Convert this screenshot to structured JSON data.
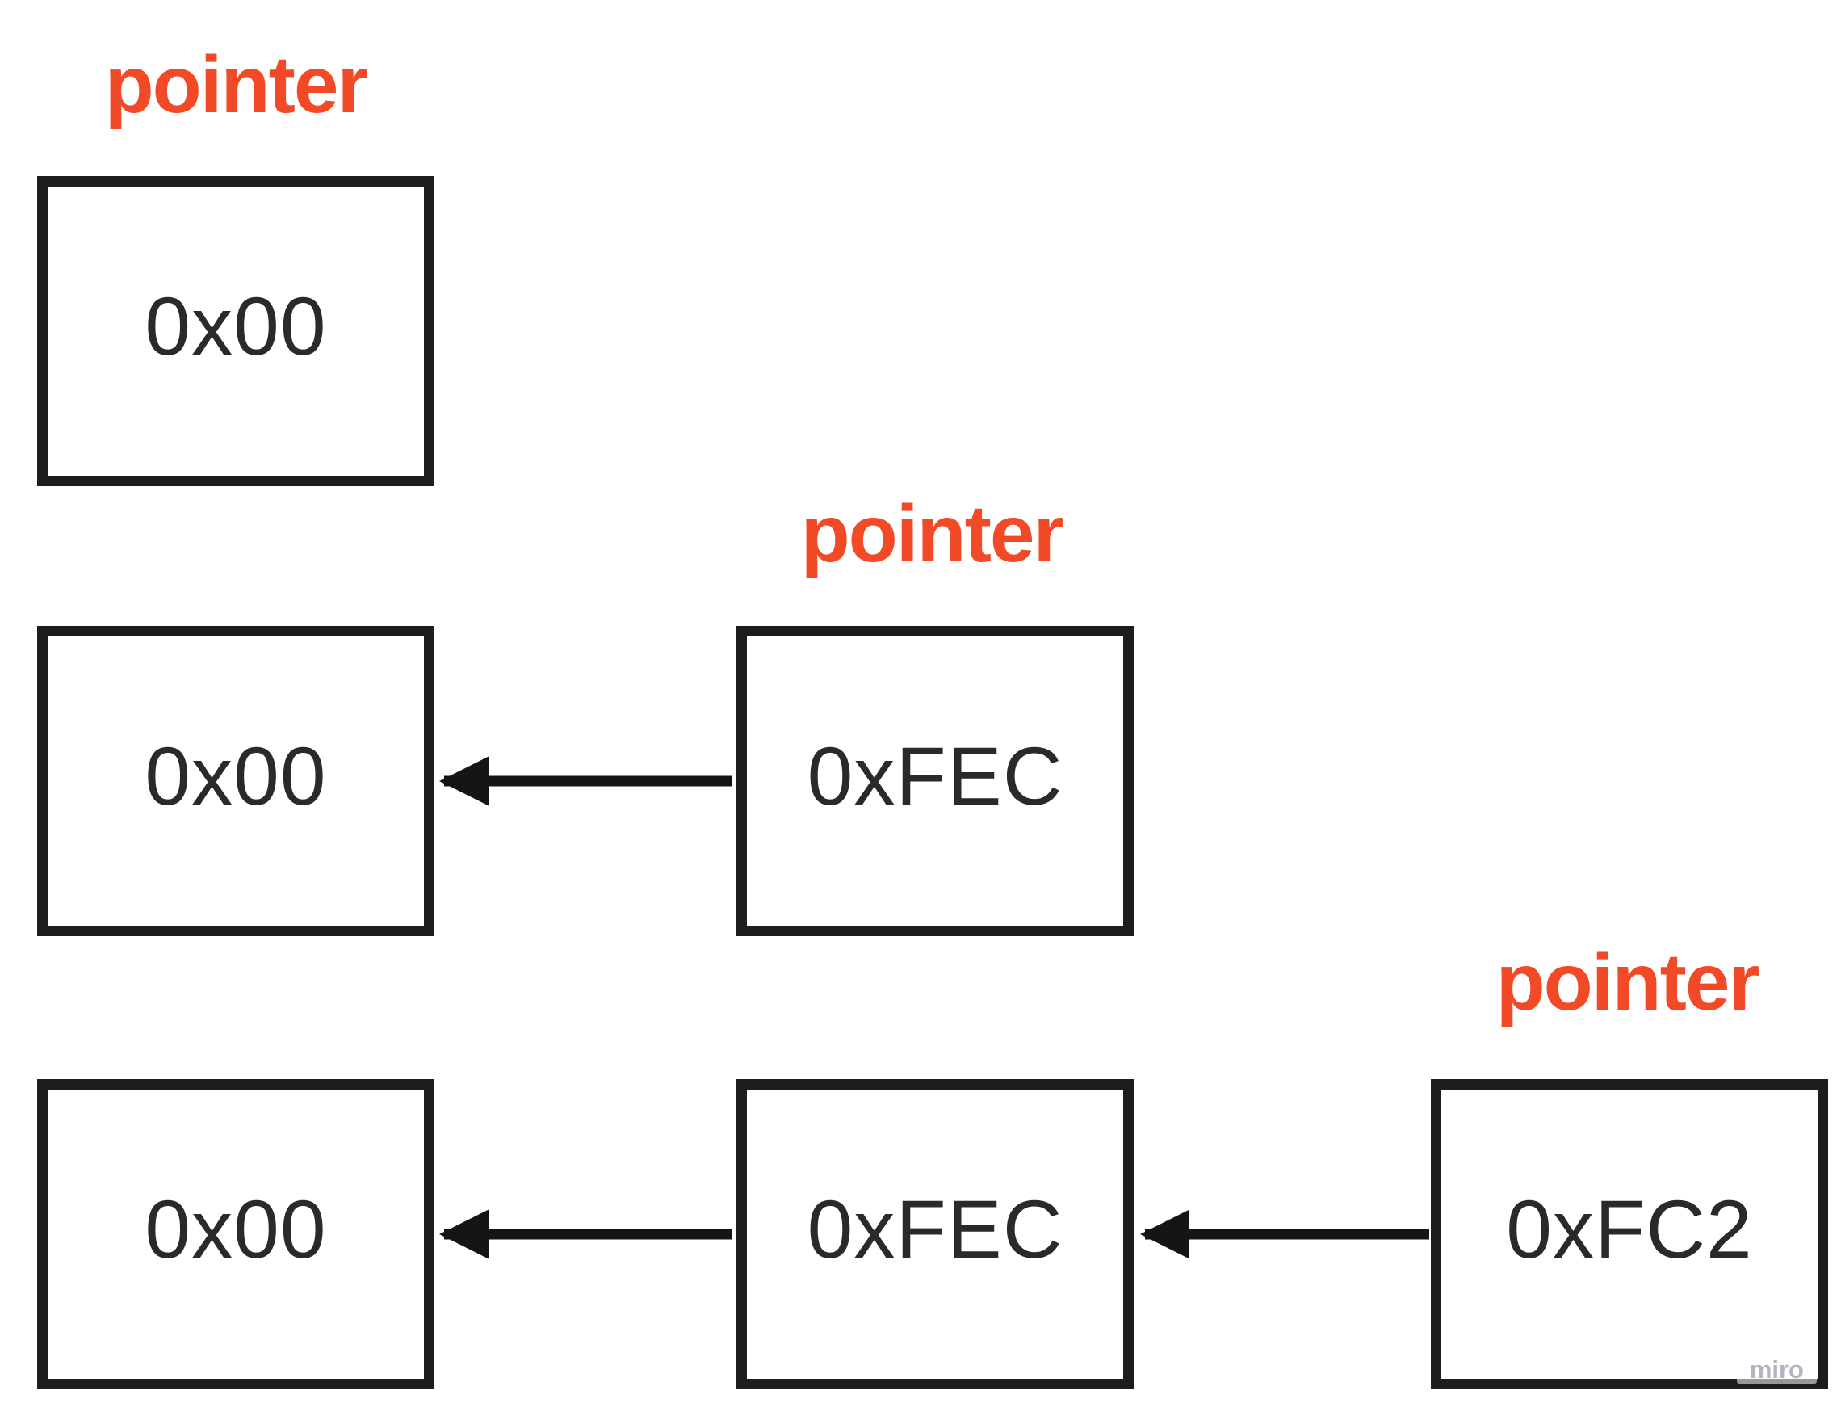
{
  "labels": [
    {
      "text": "pointer"
    },
    {
      "text": "pointer"
    },
    {
      "text": "pointer"
    }
  ],
  "boxes": [
    {
      "value": "0x00"
    },
    {
      "value": "0x00"
    },
    {
      "value": "0xFEC"
    },
    {
      "value": "0x00"
    },
    {
      "value": "0xFEC"
    },
    {
      "value": "0xFC2"
    }
  ],
  "arrows": [
    {
      "name": "left-arrow",
      "row": 2,
      "from_value": "0xFEC",
      "to_value": "0x00"
    },
    {
      "name": "left-arrow",
      "row": 3,
      "from_value": "0xFEC",
      "to_value": "0x00"
    },
    {
      "name": "left-arrow",
      "row": 3,
      "from_value": "0xFC2",
      "to_value": "0xFEC"
    }
  ],
  "watermark": {
    "text": "miro"
  },
  "colors": {
    "label_red": "#f24a26",
    "ink_black": "#1d1d1f",
    "box_text": "#2a2a2a",
    "watermark_gray": "#b2b4c2",
    "background": "#ffffff"
  }
}
